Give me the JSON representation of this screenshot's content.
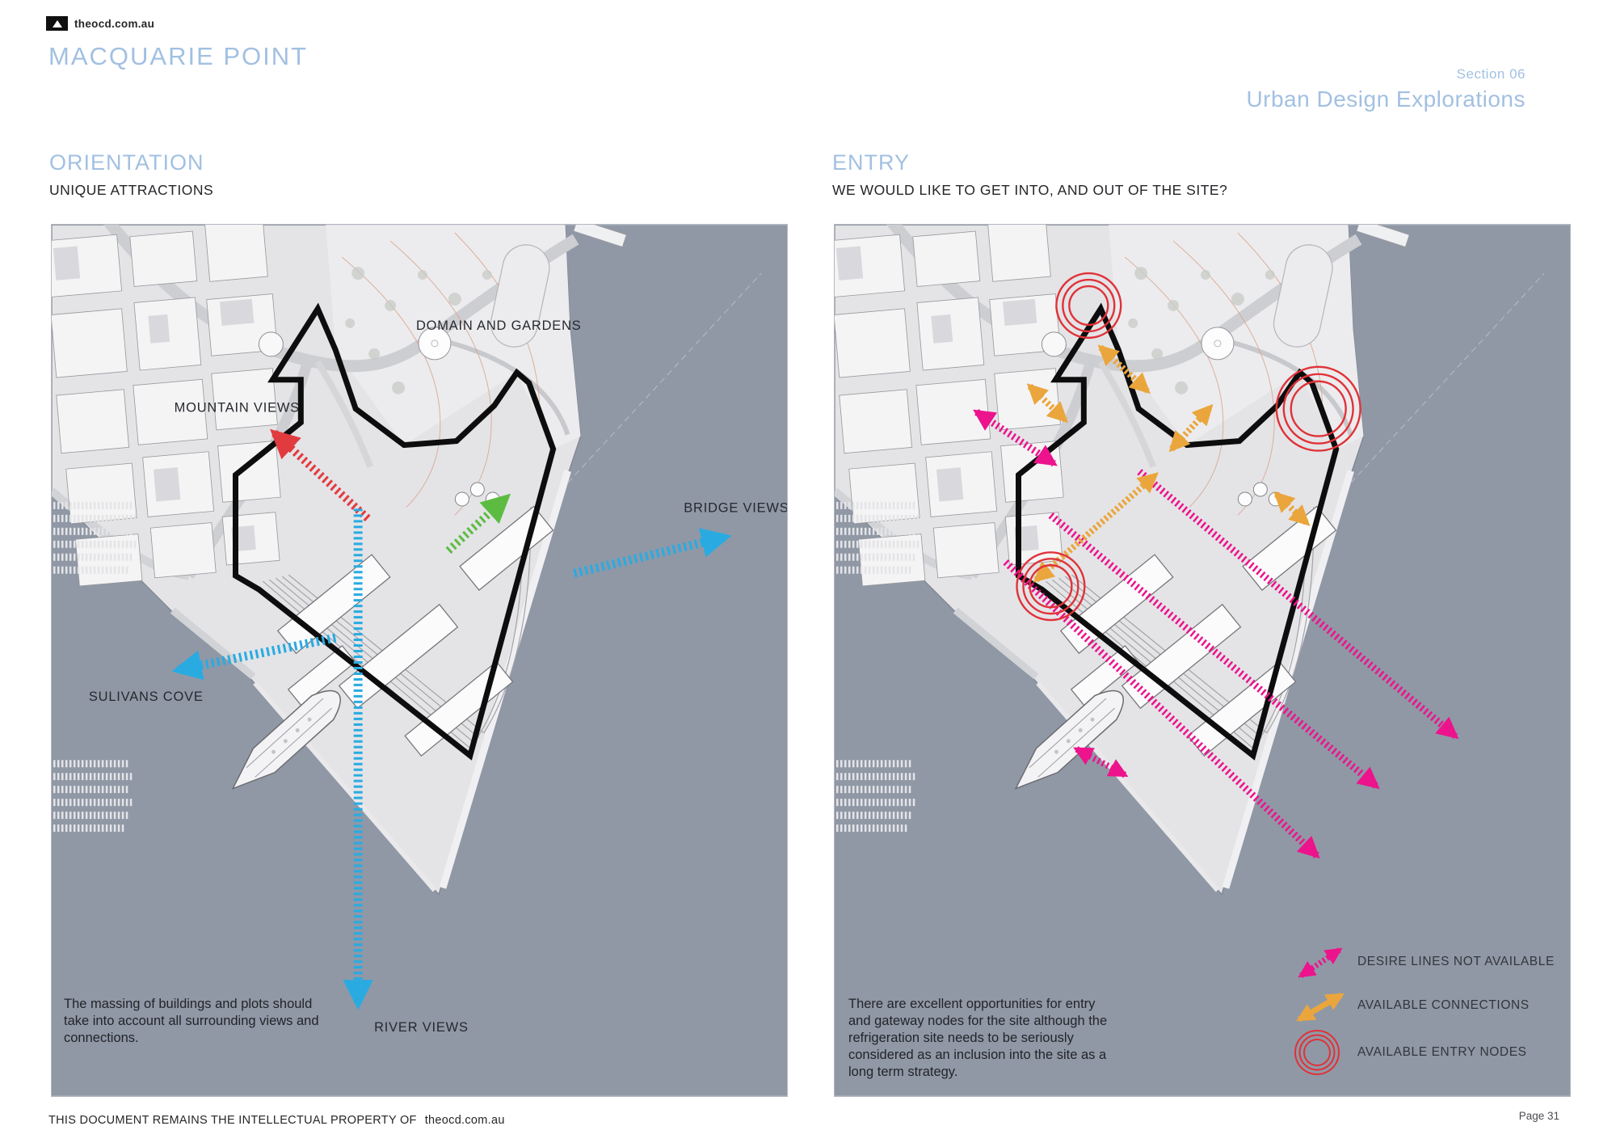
{
  "header": {
    "logo_text": "theocd.com.au",
    "title": "MACQUARIE POINT",
    "section_label": "Section 06",
    "subtitle": "Urban Design Explorations",
    "accent_color": "#a2c0e2"
  },
  "left": {
    "heading": "ORIENTATION",
    "subheading": "UNIQUE ATTRACTIONS",
    "labels": {
      "mountain": "MOUNTAIN VIEWS",
      "domain": "DOMAIN AND GARDENS",
      "bridge": "BRIDGE VIEWS",
      "sulivans": "SULIVANS COVE",
      "river": "RIVER VIEWS"
    },
    "caption": "The massing of buildings and plots should take into account all surrounding views and connections.",
    "arrow_colors": {
      "views_blue": "#29abe2",
      "mountain_red": "#e23b3f",
      "domain_green": "#5cbc42"
    }
  },
  "right": {
    "heading": "ENTRY",
    "subheading": "WE WOULD LIKE TO GET INTO, AND OUT OF THE SITE?",
    "caption": "There are excellent opportunities for entry and gateway nodes for the site although the refrigeration site needs to be seriously considered as an inclusion into the site as a long term strategy.",
    "legend": [
      {
        "icon": "pink-dashed-double-arrow",
        "label": "DESIRE LINES NOT AVAILABLE",
        "color": "#ec138c"
      },
      {
        "icon": "orange-double-arrow",
        "label": "AVAILABLE CONNECTIONS",
        "color": "#eaa63c"
      },
      {
        "icon": "red-concentric-circles",
        "label": "AVAILABLE ENTRY NODES",
        "color": "#e03238"
      }
    ]
  },
  "footer": {
    "text": "THIS DOCUMENT REMAINS THE INTELLECTUAL PROPERTY OF",
    "brand": "theocd.com.au",
    "page": "Page 31"
  },
  "map_colors": {
    "water": "#9098a6",
    "land": "#e4e4e7",
    "site_boundary": "#0d0d0d"
  }
}
